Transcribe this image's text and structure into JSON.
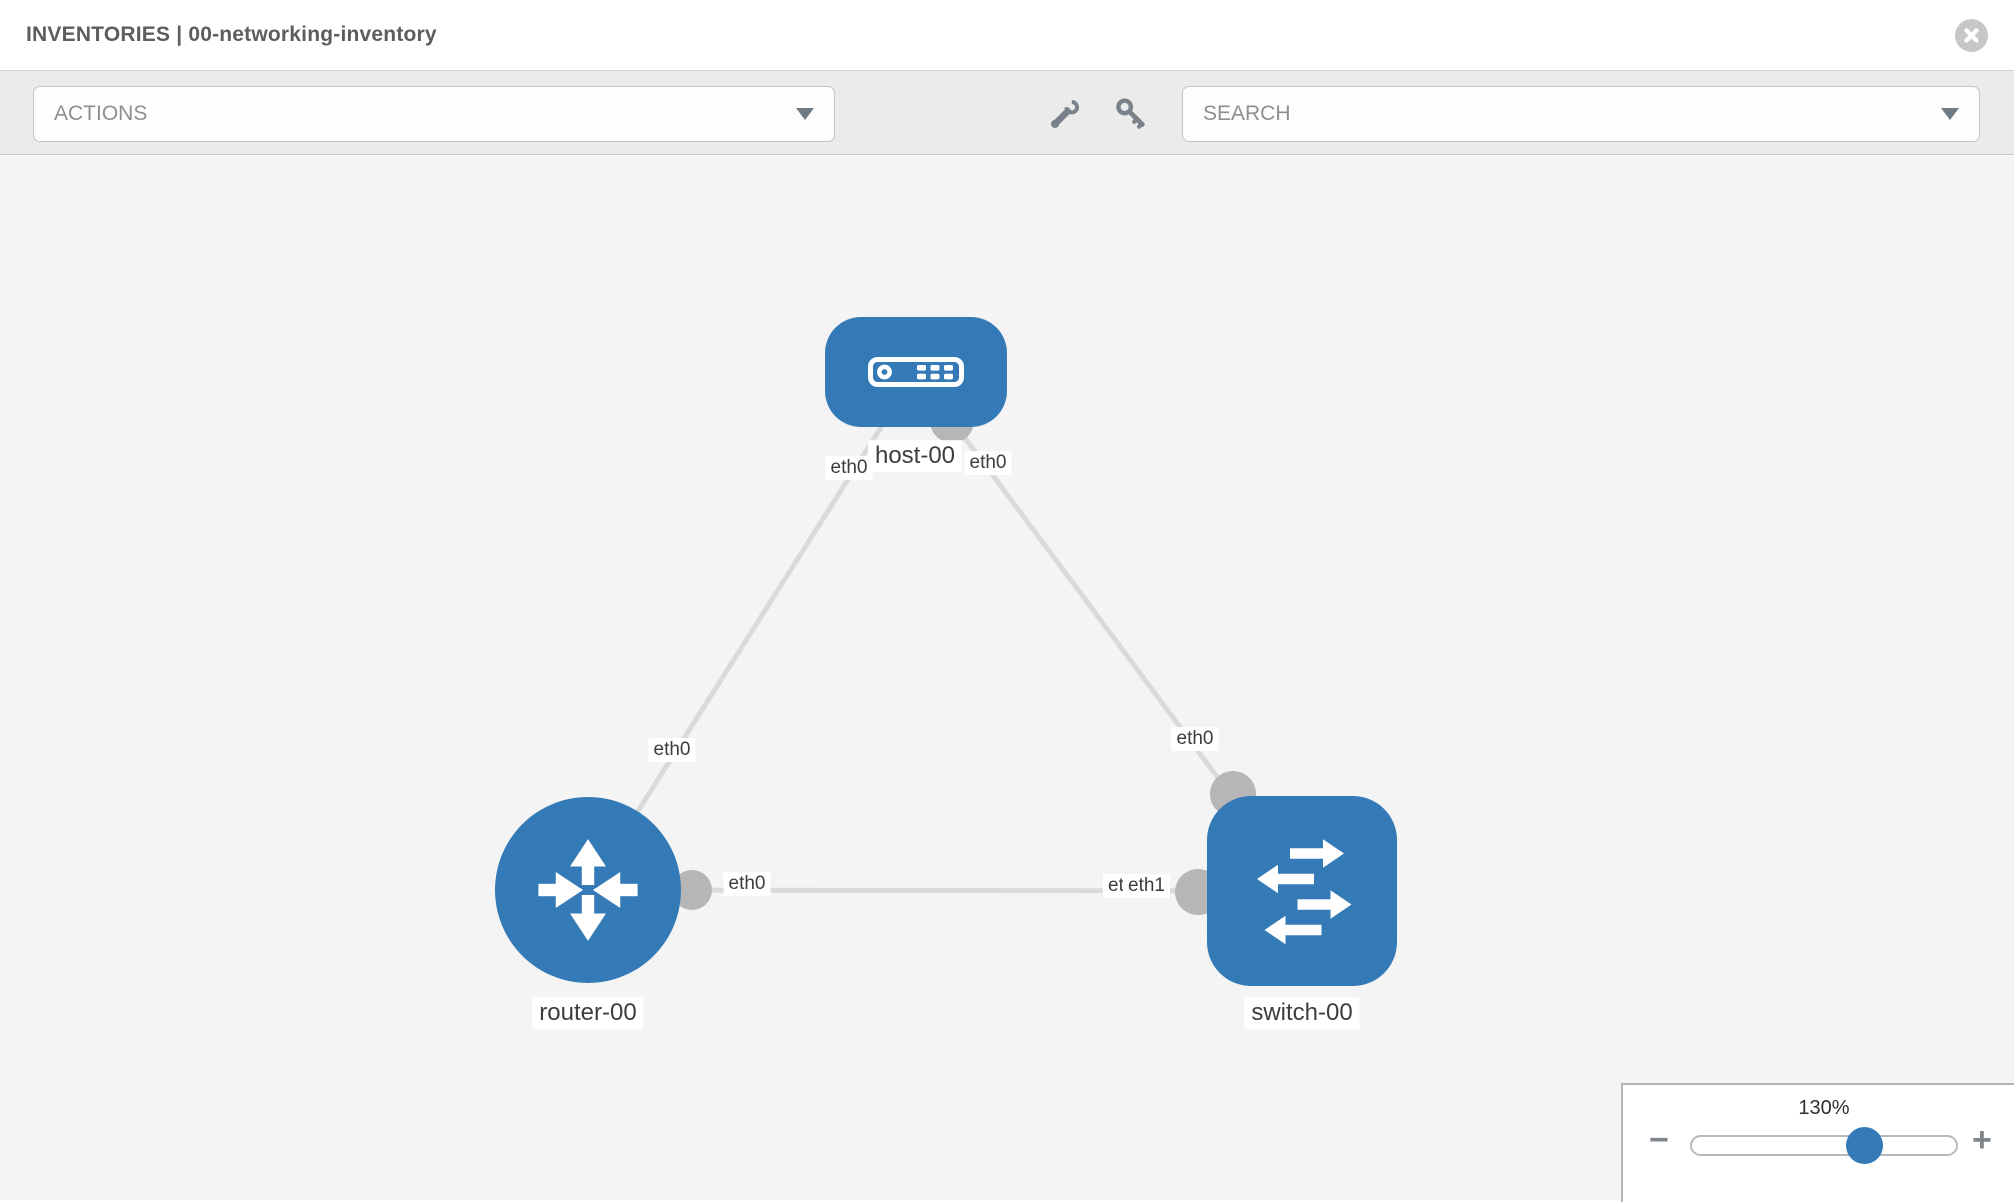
{
  "header": {
    "title": "INVENTORIES | 00-networking-inventory"
  },
  "toolbar": {
    "actions_label": "ACTIONS",
    "search_placeholder": "SEARCH"
  },
  "icons": {
    "close": "x-circle-icon",
    "wrench": "wrench-icon",
    "key": "key-icon",
    "dropdown": "chevron-down-icon",
    "host": "server-icon",
    "router": "router-arrows-icon",
    "switch": "switch-arrows-icon"
  },
  "colors": {
    "node_blue": "#337ab7",
    "link_gray": "#dadada",
    "connector_gray": "#b6b6b6",
    "toolbar_bg": "#ebebeb",
    "canvas_bg": "#f4f4f4"
  },
  "diagram": {
    "nodes": [
      {
        "id": "host-00",
        "type": "host",
        "label": "host-00"
      },
      {
        "id": "router-00",
        "type": "router",
        "label": "router-00"
      },
      {
        "id": "switch-00",
        "type": "switch",
        "label": "switch-00"
      }
    ],
    "links": [
      {
        "from": "router-00",
        "to": "host-00",
        "from_interface": "eth0",
        "to_interface": "eth0"
      },
      {
        "from": "host-00",
        "to": "switch-00",
        "from_interface": "eth0",
        "to_interface": "eth0"
      },
      {
        "from": "router-00",
        "to": "switch-00",
        "from_interface": "eth0",
        "to_interface": "eth1",
        "overlapped_interface": "eth0"
      }
    ]
  },
  "zoom_panel": {
    "percent": "130%",
    "minus_label": "−",
    "plus_label": "+"
  }
}
